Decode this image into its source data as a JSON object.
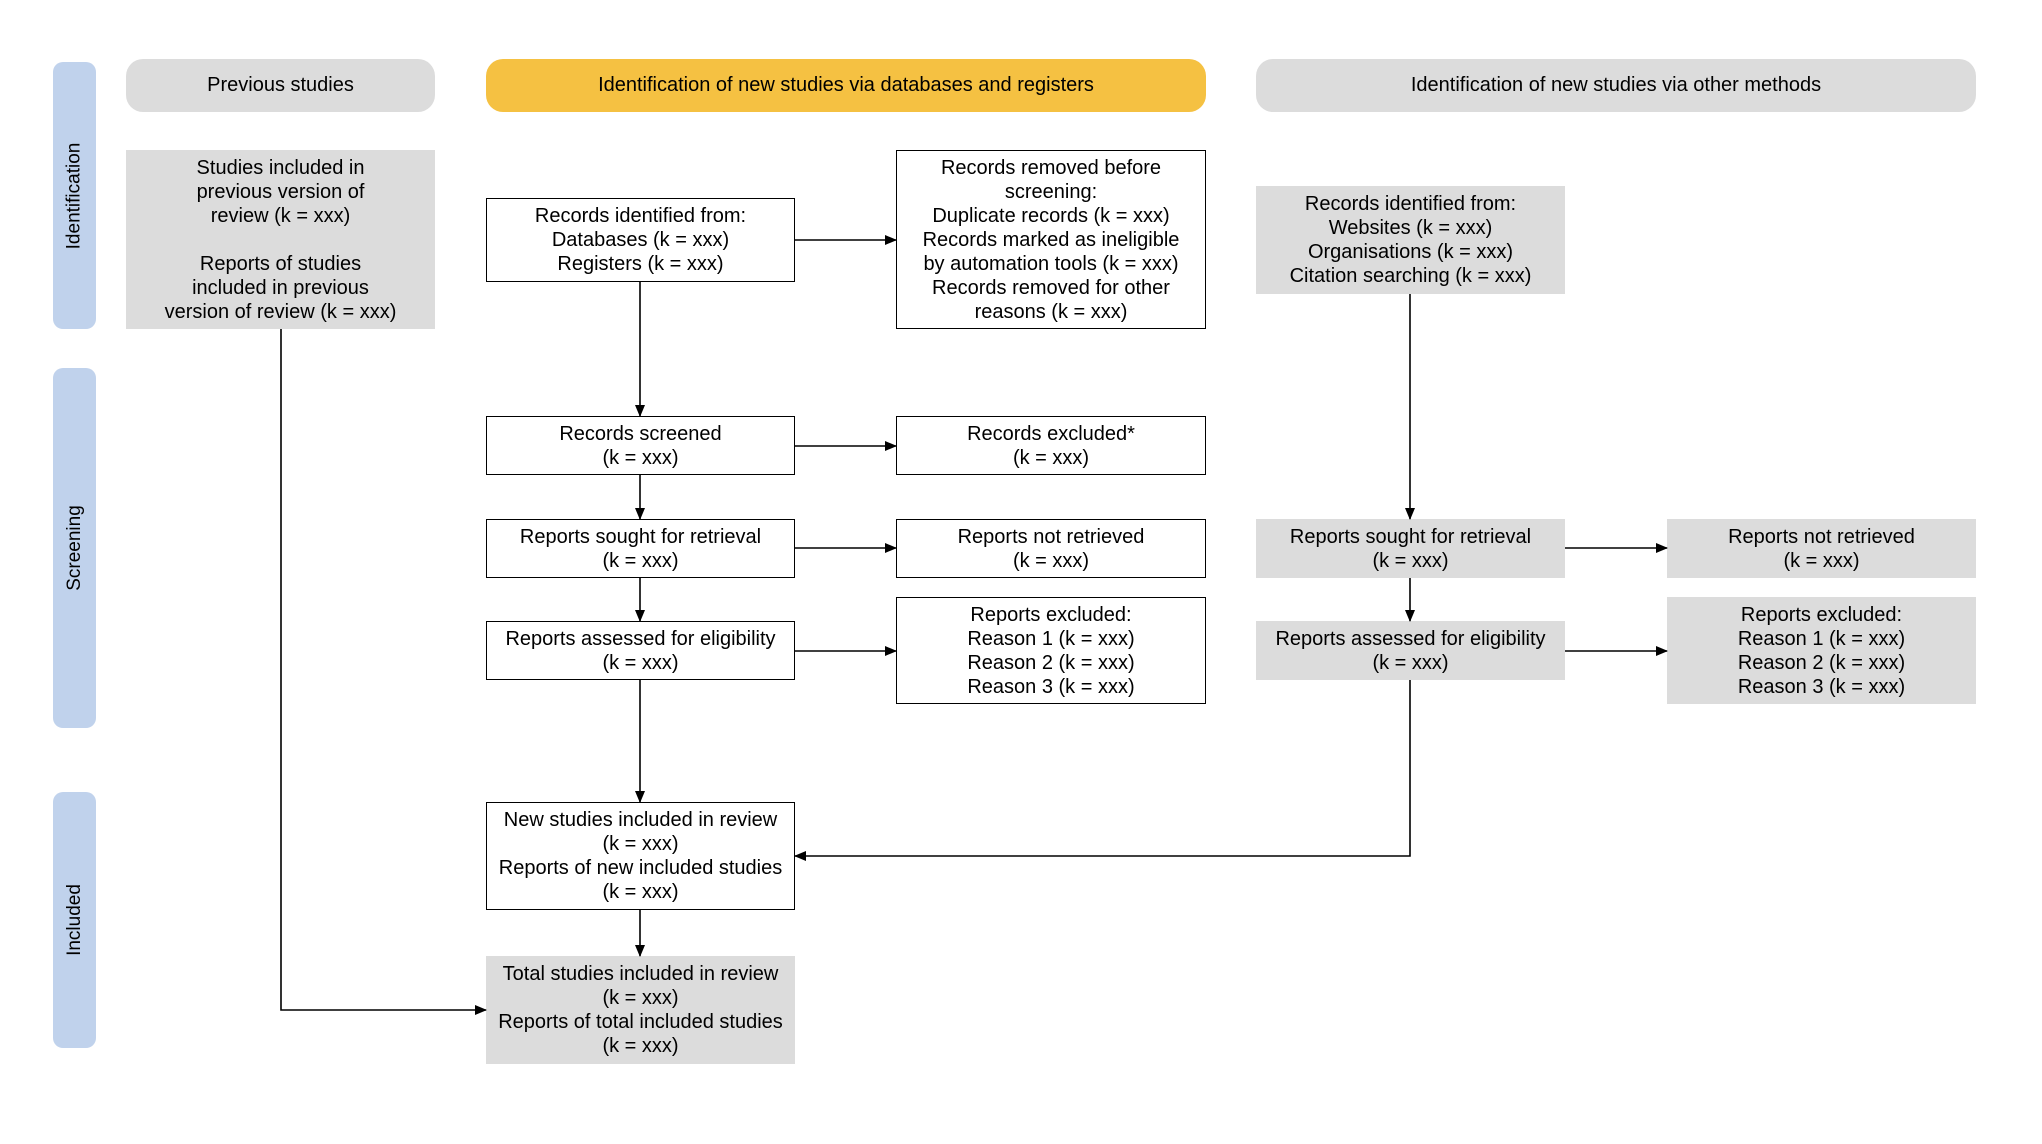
{
  "colors": {
    "side_label_bg": "#c0d2ec",
    "header_grey": "#dcdcdc",
    "header_highlight": "#f5c142",
    "grey_box": "#dcdcdc",
    "white_box": "#ffffff",
    "line": "#000000"
  },
  "side_labels": {
    "identification": "Identification",
    "screening": "Screening",
    "included": "Included"
  },
  "headers": {
    "previous": "Previous studies",
    "databases": "Identification of new studies via databases and registers",
    "other": "Identification of new studies via other methods"
  },
  "previous_studies": {
    "studies_included": [
      "Studies included in",
      "previous version of",
      "review (k = xxx)"
    ],
    "reports_included": [
      "Reports of studies",
      "included in previous",
      "version of review (k = xxx)"
    ]
  },
  "databases": {
    "records_identified": [
      "Records identified from:",
      "Databases (k = xxx)",
      "Registers (k = xxx)"
    ],
    "records_removed": [
      "Records removed before",
      "screening:",
      "Duplicate records (k = xxx)",
      "Records marked as ineligible",
      "by automation tools (k = xxx)",
      "Records removed for other",
      "reasons (k = xxx)"
    ],
    "records_screened": [
      "Records screened",
      "(k = xxx)"
    ],
    "records_excluded": [
      "Records excluded*",
      "(k = xxx)"
    ],
    "reports_sought": [
      "Reports sought for retrieval",
      "(k = xxx)"
    ],
    "reports_not_retrieved": [
      "Reports not retrieved",
      "(k = xxx)"
    ],
    "reports_assessed": [
      "Reports assessed for eligibility",
      "(k = xxx)"
    ],
    "reports_excluded": [
      "Reports excluded:",
      "Reason 1 (k = xxx)",
      "Reason 2 (k = xxx)",
      "Reason 3 (k = xxx)"
    ]
  },
  "other_methods": {
    "records_identified": [
      "Records identified from:",
      "Websites (k = xxx)",
      "Organisations (k = xxx)",
      "Citation searching (k = xxx)"
    ],
    "reports_sought": [
      "Reports sought for retrieval",
      "(k = xxx)"
    ],
    "reports_not_retrieved": [
      "Reports not retrieved",
      "(k = xxx)"
    ],
    "reports_assessed": [
      "Reports assessed for eligibility",
      "(k = xxx)"
    ],
    "reports_excluded": [
      "Reports excluded:",
      "Reason 1 (k = xxx)",
      "Reason 2 (k = xxx)",
      "Reason 3 (k = xxx)"
    ]
  },
  "included": {
    "new_studies": [
      "New studies included in review",
      "(k = xxx)",
      "Reports of new included studies",
      "(k = xxx)"
    ],
    "total_studies": [
      "Total studies included in review",
      "(k = xxx)",
      "Reports of total included studies",
      "(k = xxx)"
    ]
  }
}
